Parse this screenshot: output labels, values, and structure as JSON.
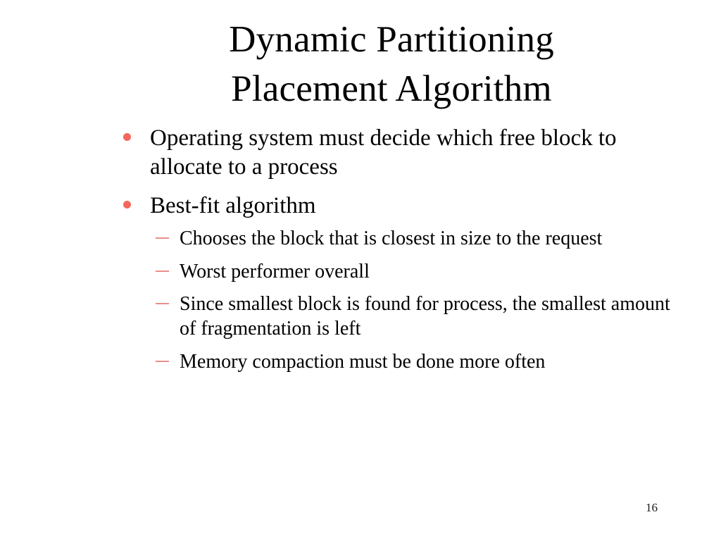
{
  "slide": {
    "title_lines": [
      "Dynamic Partitioning",
      "Placement Algorithm"
    ],
    "page_number": "16",
    "colors": {
      "background": "#ffffff",
      "text": "#000000",
      "level1_bullet": "#f4675c",
      "level2_dash": "#e8908a",
      "page_number": "#1a1a1a"
    },
    "bullets": [
      {
        "level": 1,
        "marker": "bullet-dot",
        "text": "Operating system must decide which free block to allocate to a process"
      },
      {
        "level": 1,
        "marker": "bullet-dot",
        "text": "Best-fit algorithm"
      },
      {
        "level": 2,
        "marker": "bullet-dash",
        "text": "Chooses the block that is closest in size to the request"
      },
      {
        "level": 2,
        "marker": "bullet-dash",
        "text": "Worst performer overall"
      },
      {
        "level": 2,
        "marker": "bullet-dash",
        "text": "Since smallest block is found for process, the smallest amount of fragmentation is left"
      },
      {
        "level": 2,
        "marker": "bullet-dash",
        "text": "Memory compaction must be done more often"
      }
    ]
  }
}
